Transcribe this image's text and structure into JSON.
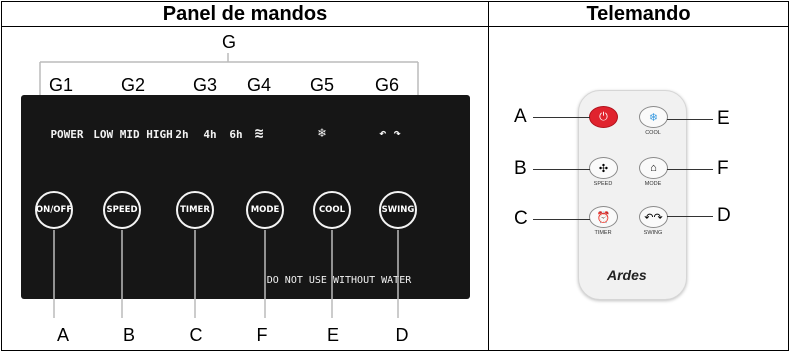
{
  "headers": {
    "left": "Panel de mandos",
    "right": "Telemando"
  },
  "group_label": "G",
  "top_labels": [
    "G1",
    "G2",
    "G3",
    "G4",
    "G5",
    "G6"
  ],
  "panel_indicators": {
    "power": "POWER",
    "speed": "LOW MID HIGH",
    "t2": "2h",
    "t4": "4h",
    "t6": "6h"
  },
  "panel_buttons": [
    "ON/OFF",
    "SPEED",
    "TIMER",
    "MODE",
    "COOL",
    "SWING"
  ],
  "bottom_labels": [
    "A",
    "B",
    "C",
    "F",
    "E",
    "D"
  ],
  "warning": "DO NOT USE WITHOUT WATER",
  "remote": {
    "left_labels": [
      "A",
      "B",
      "C"
    ],
    "right_labels": [
      "E",
      "F",
      "D"
    ],
    "captions": {
      "cool": "COOL",
      "speed": "SPEED",
      "mode": "MODE",
      "timer": "TIMER",
      "swing": "SWING"
    },
    "brand": "Ardes",
    "power_color": "#e0232e",
    "cool_icon_color": "#3a9be0"
  }
}
